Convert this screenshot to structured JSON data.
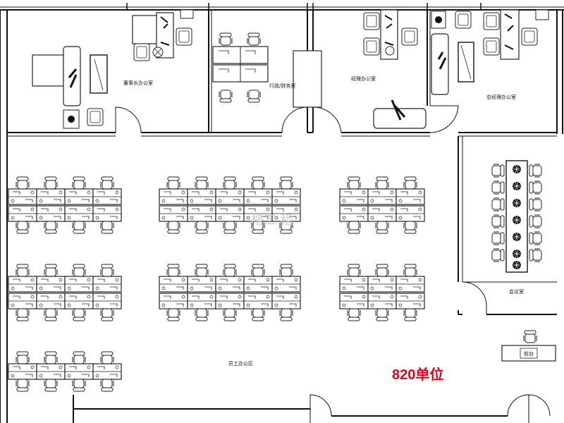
{
  "plan": {
    "rooms": {
      "chairman_office": "董事长办公室",
      "admin_finance": "行政/财务室",
      "manager_office": "经理办公室",
      "gm_office": "总经理办公室",
      "meeting_room": "会议室",
      "staff_area": "员工办公区",
      "reception": "前台"
    },
    "unit_label": "820单位",
    "watermark": "格工 租",
    "colors": {
      "wall": "#111111",
      "line": "#222222",
      "unit_label": "#e0001b",
      "background": "#ffffff"
    }
  }
}
